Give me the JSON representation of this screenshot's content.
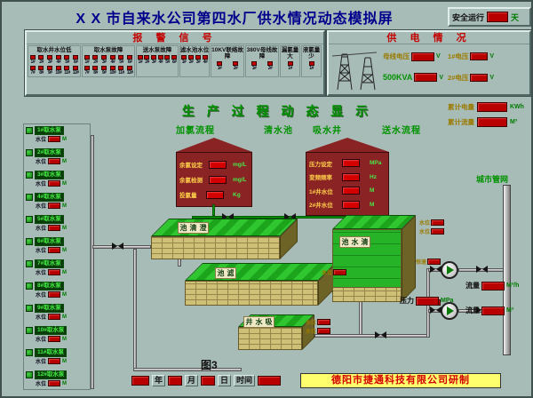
{
  "header": {
    "title": "X X 市自来水公司第四水厂供水情况动态模拟屏",
    "safe_run": {
      "label": "安全运行",
      "unit": "天"
    }
  },
  "alarm_panel": {
    "title": "报 警 信 号",
    "groups": [
      {
        "label": "取水井水位低",
        "indicators": [
          "1#",
          "2#",
          "3#",
          "4#",
          "5#",
          "6#",
          "7#",
          "8#",
          "9#",
          "10#",
          "11#",
          "12#"
        ]
      },
      {
        "label": "取水泵故障",
        "indicators": [
          "1#",
          "2#",
          "3#",
          "4#",
          "5#",
          "6#",
          "7#",
          "8#",
          "9#",
          "10#",
          "11#",
          "12#"
        ]
      },
      {
        "label": "送水泵故障",
        "indicators": [
          "1#",
          "2#",
          "3#",
          "4#",
          "5#",
          "6#"
        ]
      },
      {
        "label": "滤水池水位",
        "indicators": [
          "1#",
          "2#",
          "3#",
          "4#"
        ]
      },
      {
        "label": "10KV联络故障",
        "indicators": [
          "1#",
          "2#"
        ]
      },
      {
        "label": "380V母线故障",
        "indicators": [
          "1#",
          "2#"
        ]
      },
      {
        "label": "漏氯量大",
        "indicators": [
          "1#"
        ]
      },
      {
        "label": "液氯量少",
        "indicators": [
          "1#"
        ]
      }
    ]
  },
  "power_panel": {
    "title": "供 电 情 况",
    "bus_voltage_label": "母线电压",
    "bus_voltage_unit": "V",
    "kva_label": "500KVA",
    "kva_unit": "V",
    "feeder1_label": "1#电压",
    "feeder1_unit": "V",
    "feeder2_label": "2#电压",
    "feeder2_unit": "V"
  },
  "totals": {
    "energy_label": "累计电量",
    "energy_unit": "KWh",
    "flow_label": "累计流量",
    "flow_unit": "M³"
  },
  "process": {
    "title": "生 产 过 程 动 态 显 示",
    "flow_labels": [
      "加氯流程",
      "清水池",
      "吸水井",
      "送水流程"
    ]
  },
  "chlorine_house": {
    "rows": [
      {
        "label": "余氯设定",
        "unit": "mg/L"
      },
      {
        "label": "余氯检测",
        "unit": "mg/L"
      },
      {
        "label": "投氯量",
        "unit": "Kg"
      }
    ]
  },
  "pump_house": {
    "rows": [
      {
        "label": "压力设定",
        "unit": "MPa"
      },
      {
        "label": "变频频率",
        "unit": "Hz"
      },
      {
        "label": "1#井水位",
        "unit": "M"
      },
      {
        "label": "2#井水位",
        "unit": "M"
      }
    ]
  },
  "intake_pumps": {
    "level_label": "水位",
    "level_unit": "M",
    "items": [
      {
        "label": "1#取水泵"
      },
      {
        "label": "2#取水泵"
      },
      {
        "label": "3#取水泵"
      },
      {
        "label": "4#取水泵"
      },
      {
        "label": "5#取水泵"
      },
      {
        "label": "6#取水泵"
      },
      {
        "label": "7#取水泵"
      },
      {
        "label": "8#取水泵"
      },
      {
        "label": "9#取水泵"
      },
      {
        "label": "10#取水泵"
      },
      {
        "label": "11#取水泵"
      },
      {
        "label": "12#取水泵"
      }
    ]
  },
  "tanks": [
    {
      "name": "澄清池"
    },
    {
      "name": "滤池"
    },
    {
      "name": "清水池"
    },
    {
      "name": "吸水井"
    }
  ],
  "chips": {
    "level_label": "水位",
    "pump1_label": "恒速",
    "pump2_label": "变频"
  },
  "delivery": {
    "flow_rate_label": "流量",
    "flow_rate_unit": "M³/h",
    "pressure_label": "压力",
    "pressure_unit": "MPa",
    "flow_total_label": "流量",
    "flow_total_unit": "M³",
    "network_label": "城市管网"
  },
  "footer": {
    "figure_caption": "图3",
    "date": {
      "year_label": "年",
      "month_label": "月",
      "day_label": "日",
      "time_label": "时间"
    },
    "company": "德阳市捷通科技有限公司研制"
  },
  "colors": {
    "background": "#a7bbb7",
    "display_red": "#b80000",
    "title_blue": "#00008c",
    "alarm_red": "#c40000",
    "process_green": "#009300",
    "house_maroon": "#8a2424",
    "company_yellow": "#ffff6e"
  }
}
